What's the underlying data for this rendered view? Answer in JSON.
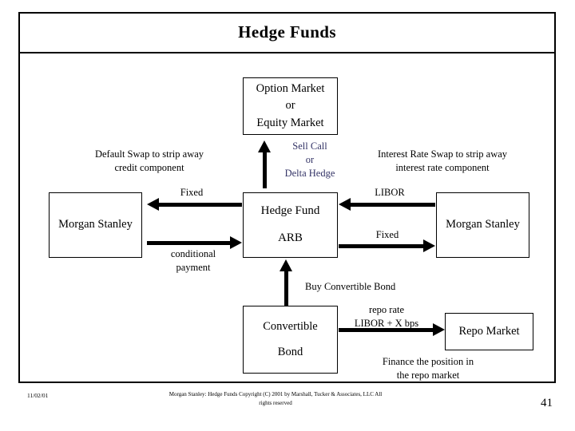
{
  "slide": {
    "title": "Hedge Funds",
    "page_number": "41",
    "date": "11/02/01",
    "copyright": "Morgan Stanley:  Hedge Funds     Copyright (C) 2001 by Marshall, Tucker & Associates, LLC   All rights reserved"
  },
  "colors": {
    "accent_text": "#333366",
    "line": "#000000",
    "background": "#ffffff"
  },
  "nodes": {
    "option_market": {
      "line1": "Option Market",
      "line2": "or",
      "line3": "Equity Market"
    },
    "hedge_fund": {
      "line1": "Hedge Fund",
      "line2": "ARB"
    },
    "morgan_stanley_left": {
      "line1": "Morgan Stanley"
    },
    "morgan_stanley_right": {
      "line1": "Morgan Stanley"
    },
    "convertible_bond": {
      "line1": "Convertible",
      "line2": "Bond"
    },
    "repo_market": {
      "line1": "Repo Market"
    }
  },
  "labels": {
    "sell_call": {
      "line1": "Sell Call",
      "line2": "or",
      "line3": "Delta Hedge"
    },
    "default_swap": {
      "line1": "Default Swap to strip away",
      "line2": "credit component"
    },
    "interest_rate_swap": {
      "line1": "Interest Rate Swap to strip away",
      "line2": "interest rate component"
    },
    "fixed_left": "Fixed",
    "conditional_payment": {
      "line1": "conditional",
      "line2": "payment"
    },
    "libor_right": "LIBOR",
    "fixed_right": "Fixed",
    "buy_convertible_bond": "Buy Convertible Bond",
    "repo_rate": {
      "line1": "repo rate",
      "line2": "LIBOR + X bps"
    },
    "finance_position": {
      "line1": "Finance the position in",
      "line2": "the repo market"
    }
  }
}
